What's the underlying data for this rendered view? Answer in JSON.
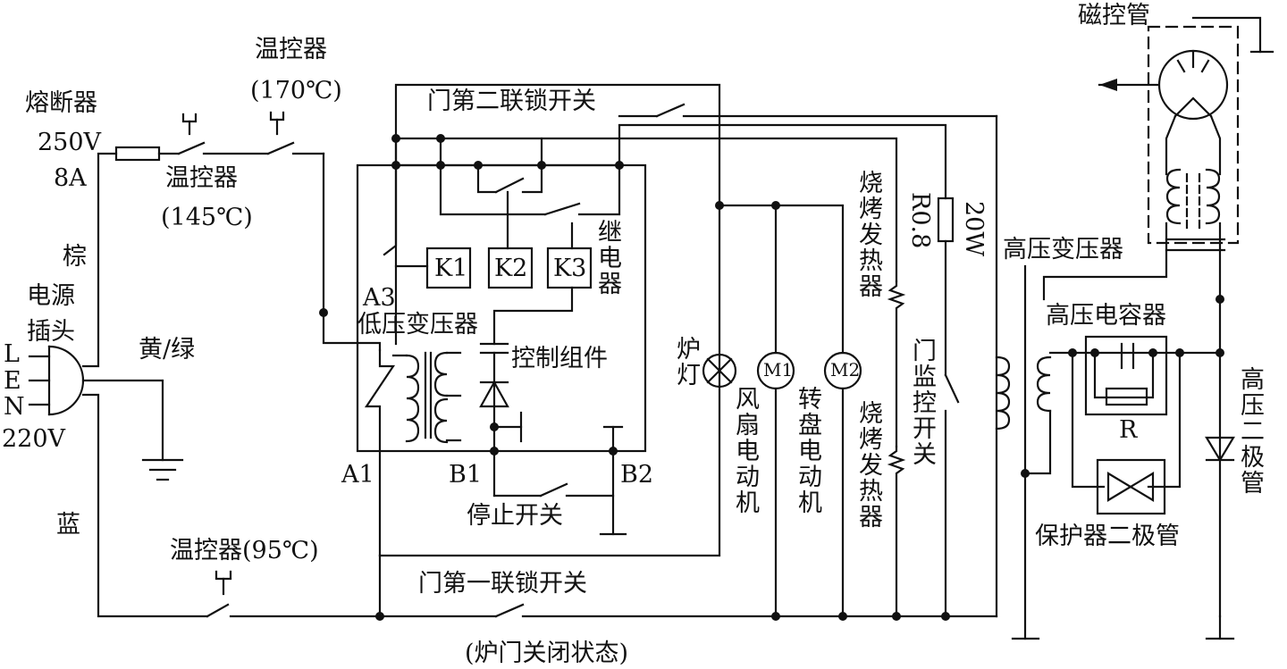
{
  "labels": {
    "fuse": "熔断器",
    "fuse_voltage": "250V",
    "fuse_current": "8A",
    "thermostat_170": "温控器",
    "thermostat_170_temp": "(170℃)",
    "thermostat_145": "温控器",
    "thermostat_145_temp": "(145℃)",
    "thermostat_95": "温控器(95℃)",
    "brown": "棕",
    "power_plug": "电源",
    "power_plug2": "插头",
    "pin_l": "L",
    "pin_e": "E",
    "pin_n": "N",
    "mains_voltage": "220V",
    "yellow_green": "黄/绿",
    "blue": "蓝",
    "door_interlock_2": "门第二联锁开关",
    "door_interlock_1": "门第一联锁开关",
    "door_closed_state": "(炉门关闭状态)",
    "k1": "K1",
    "k2": "K2",
    "k3": "K3",
    "relay": "继电器",
    "a3": "A3",
    "a1": "A1",
    "b1": "B1",
    "b2": "B2",
    "lv_transformer": "低压变压器",
    "control_module": "控制组件",
    "stop_switch": "停止开关",
    "oven_lamp": "炉灯",
    "m1": "M1",
    "m2": "M2",
    "fan_motor": "风扇电动机",
    "turntable_motor": "转盘电动机",
    "grill_heater_1": "烧烤发热器",
    "grill_heater_2": "烧烤发热器",
    "resistor_value": "R0.8",
    "resistor_power": "20W",
    "door_monitor_switch": "门监控开关",
    "magnetron": "磁控管",
    "hv_transformer": "高压变压器",
    "hv_capacitor": "高压电容器",
    "resistor_r": "R",
    "protector_diode": "保护器二极管",
    "hv_diode": "高压二极管"
  }
}
